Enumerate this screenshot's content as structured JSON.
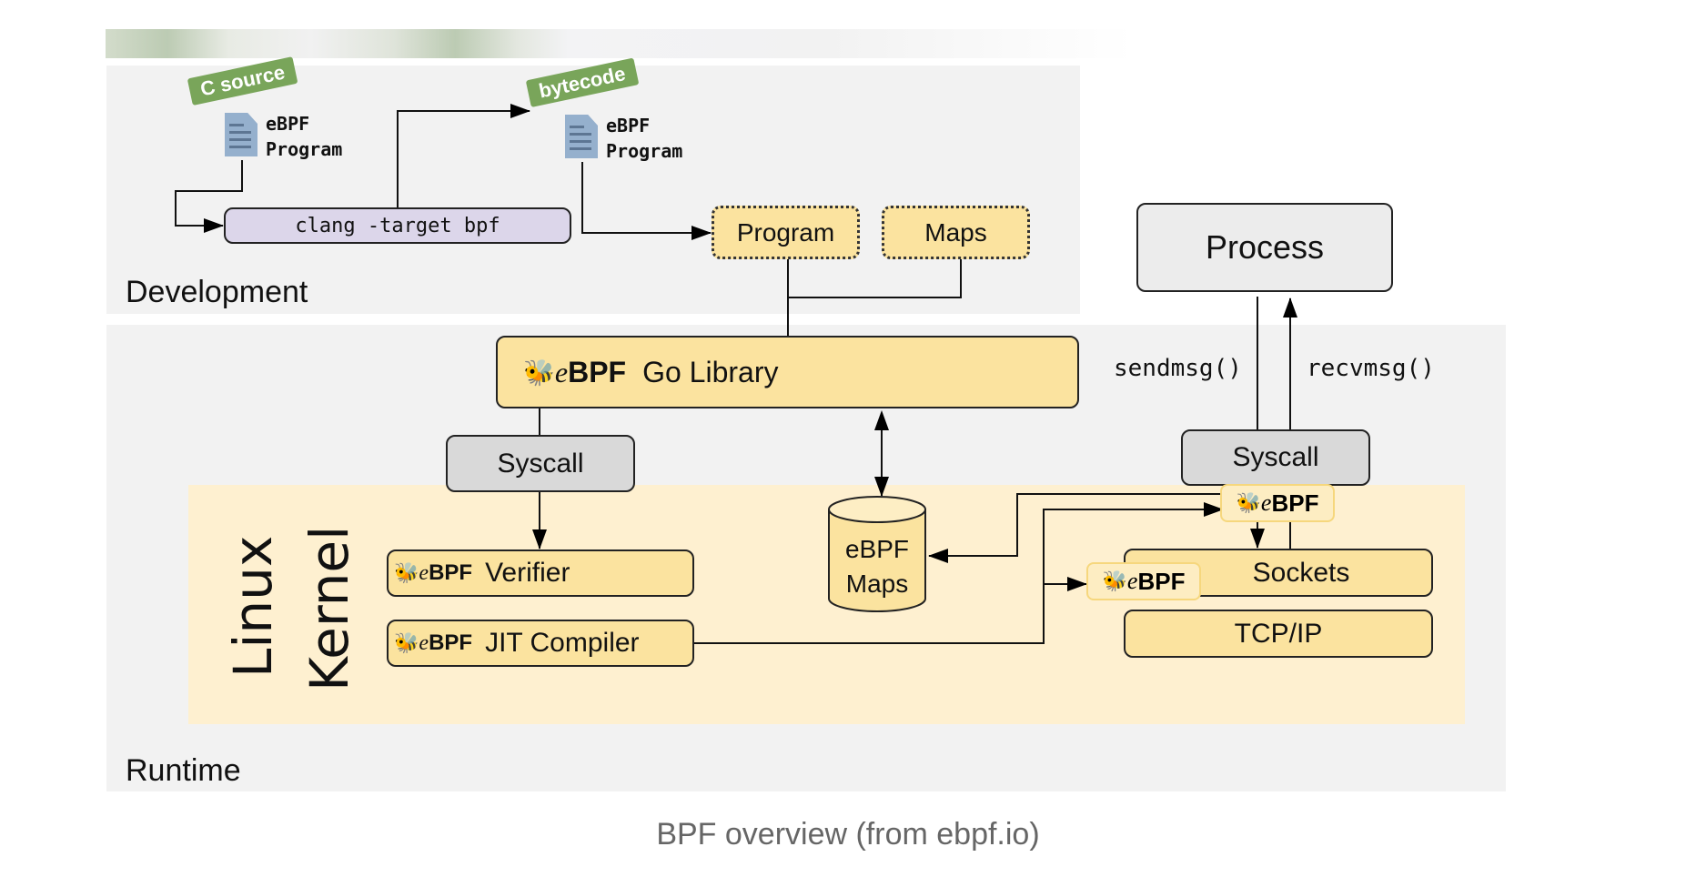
{
  "diagram": {
    "sections": {
      "development": "Development",
      "runtime": "Runtime",
      "kernel_line1": "Linux",
      "kernel_line2": "Kernel"
    },
    "development": {
      "source_tag": "C source",
      "source_doc": [
        "eBPF",
        "Program"
      ],
      "compiler": "clang -target bpf",
      "bytecode_tag": "bytecode",
      "bytecode_doc": [
        "eBPF",
        "Program"
      ],
      "program_box": "Program",
      "maps_box": "Maps"
    },
    "runtime": {
      "go_library": {
        "logo": {
          "e": "e",
          "bpf": "BPF"
        },
        "label": "Go Library"
      },
      "syscall_left": "Syscall",
      "syscall_right": "Syscall",
      "process": "Process",
      "sendmsg": "sendmsg()",
      "recvmsg": "recvmsg()",
      "maps_store": [
        "eBPF",
        "Maps"
      ],
      "verifier": "Verifier",
      "jit": "JIT Compiler",
      "sockets": "Sockets",
      "tcpip": "TCP/IP",
      "ebpf_badge": {
        "e": "e",
        "bpf": "BPF"
      }
    },
    "colors": {
      "yellow_box": "#fbe39f",
      "kernel_bg": "#fef0d0",
      "panel_bg": "#f2f2f2",
      "tag_green": "#79a55a",
      "compiler_purple": "#dcd6ea",
      "syscall_grey": "#d9d9d9"
    }
  },
  "caption": "BPF overview (from ebpf.io)"
}
